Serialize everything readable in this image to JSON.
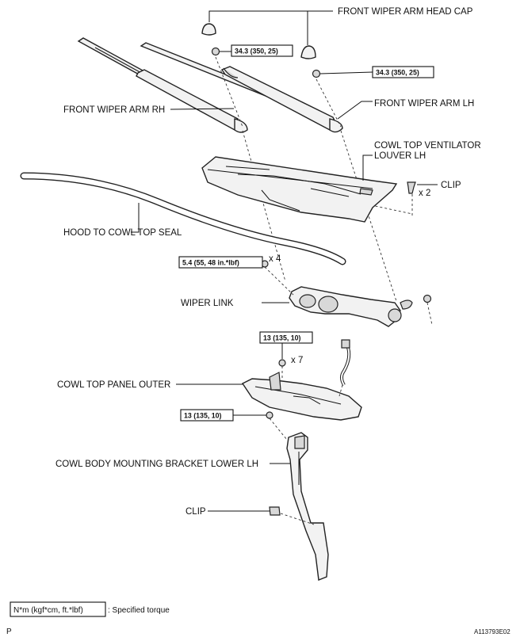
{
  "labels": {
    "front_wiper_arm_head_cap": "FRONT WIPER ARM HEAD CAP",
    "front_wiper_arm_rh": "FRONT WIPER ARM RH",
    "front_wiper_arm_lh": "FRONT WIPER ARM LH",
    "cowl_top_ventilator_louver_lh_line1": "COWL TOP VENTILATOR",
    "cowl_top_ventilator_louver_lh_line2": "LOUVER LH",
    "clip_top": "CLIP",
    "clip_top_qty": "x 2",
    "hood_to_cowl_top_seal": "HOOD TO COWL TOP SEAL",
    "wiper_link": "WIPER LINK",
    "wiper_link_qty": "x 4",
    "cowl_top_panel_outer": "COWL TOP PANEL OUTER",
    "cowl_top_panel_outer_qty": "x 7",
    "cowl_body_mounting_bracket_lower_lh": "COWL BODY MOUNTING BRACKET LOWER LH",
    "clip_bottom": "CLIP"
  },
  "torques": {
    "arm_rh_nut": "34.3 (350, 25)",
    "arm_lh_nut": "34.3 (350, 25)",
    "wiper_link_bolt": "5.4 (55, 48 in.*lbf)",
    "cowl_panel_bolt": "13 (135, 10)",
    "bracket_bolt": "13 (135, 10)"
  },
  "legend": {
    "unit_box": "N*m (kgf*cm, ft.*lbf)",
    "text": ": Specified torque"
  },
  "footer": {
    "letter": "P",
    "figure_id": "A113793E02"
  }
}
